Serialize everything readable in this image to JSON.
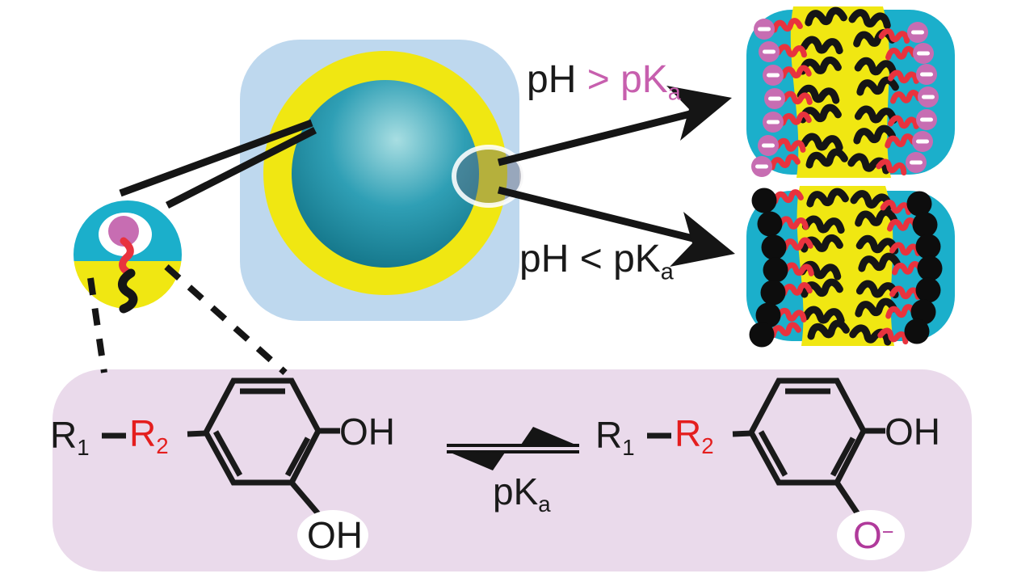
{
  "labels": {
    "high_ph": {
      "ph": "pH ",
      "gt_pk": "> pK",
      "sub": "a"
    },
    "low_ph": {
      "main": "pH < pK",
      "sub": "a"
    },
    "pka": {
      "main": "pK",
      "sub": "a"
    },
    "left_molecule": {
      "r1_base": "R",
      "r1_sub": "1",
      "r2_base": "R",
      "r2_sub": "2",
      "oh_side": "OH",
      "oh_bottom": "OH"
    },
    "right_molecule": {
      "r1_base": "R",
      "r1_sub": "1",
      "r2_base": "R",
      "r2_sub": "2",
      "oh_side": "OH",
      "o_base": "O",
      "o_sup": "−"
    }
  },
  "icons": {
    "negative_charge_badge": "−"
  },
  "colors": {
    "teal": "#1BAFCB",
    "sphere_dark": "#0D6B7E",
    "sphere_mid": "#2F9FB5",
    "sphere_light": "#A8DEE2",
    "yellow": "#F0E712",
    "light_blue_square": "#BED8EE",
    "pink_panel": "#EADAEB",
    "head_pink": "#C76DB2",
    "tail_red": "#E8333E",
    "r2_red": "#E41E1E",
    "high_ph_pink": "#C75FAE",
    "o_minus_magenta": "#B03A9B",
    "line_black": "#151515"
  }
}
